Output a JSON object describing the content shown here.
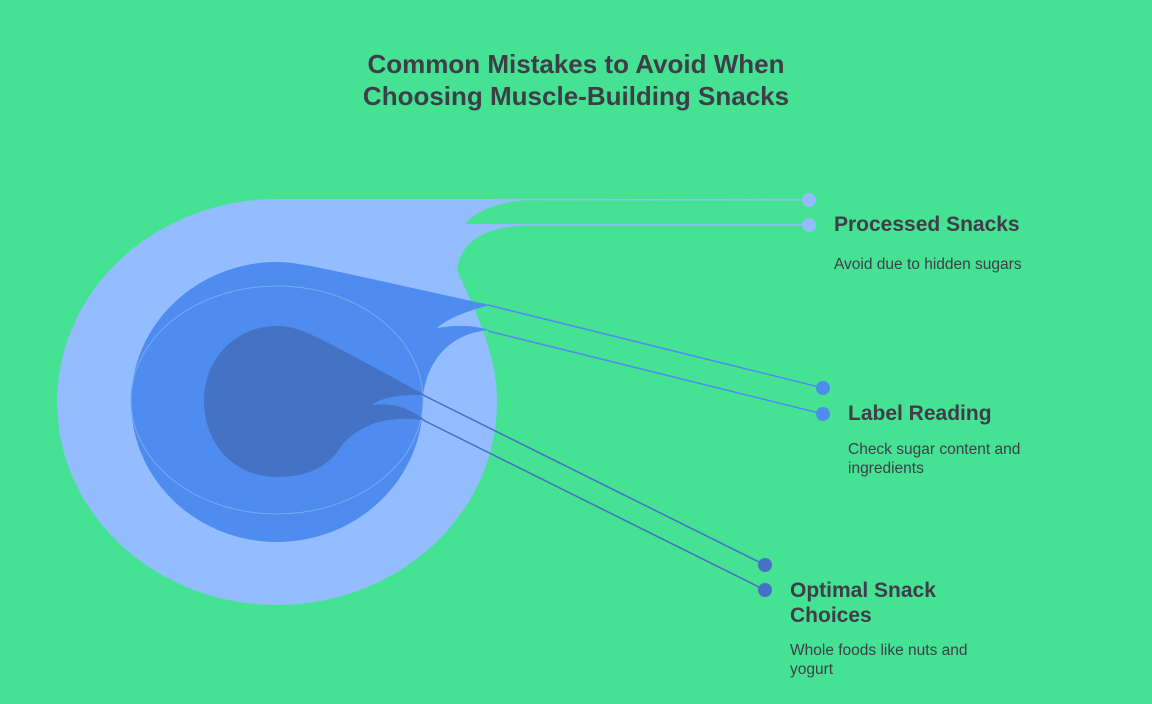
{
  "title": {
    "line1": "Common Mistakes to Avoid When",
    "line2": "Choosing Muscle-Building Snacks"
  },
  "colors": {
    "background": "#45E294",
    "outer": "#94BDFF",
    "middle": "#4E8CEF",
    "inner": "#4472C4",
    "text": "#3f3d48"
  },
  "items": [
    {
      "label": "Processed Snacks",
      "description": "Avoid due to hidden sugars"
    },
    {
      "label": "Label Reading",
      "description": "Check sugar content and ingredients"
    },
    {
      "label": "Optimal Snack Choices",
      "description": "Whole foods like nuts and yogurt"
    }
  ]
}
